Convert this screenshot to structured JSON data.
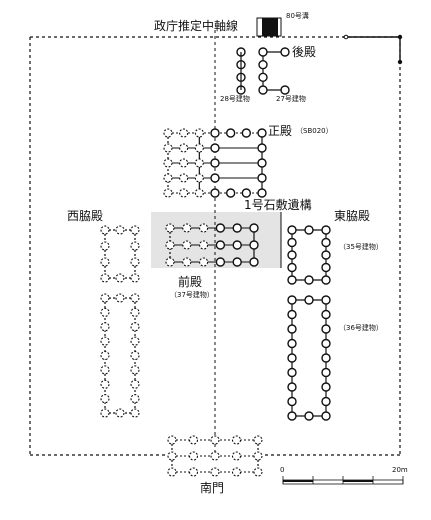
{
  "labels": {
    "axis_title": "政庁推定中軸線",
    "ditch": "80号溝",
    "rear_hall": "後殿",
    "b28": "28号建物",
    "b27": "27号建物",
    "main_hall": "正殿",
    "sb020": "（SB020）",
    "pavement": "1号石敷遺構",
    "west_hall": "西脇殿",
    "east_hall": "東脇殿",
    "b35": "（35号建物）",
    "front_hall": "前殿",
    "b37": "（37号建物）",
    "b36": "（36号建物）",
    "south_gate": "南門",
    "scale_zero": "0",
    "scale_end": "20m"
  },
  "legend": {
    "confirmed_pillar": "solid-circle",
    "estimated_pillar": "dashed-circle"
  },
  "colors": {
    "ink": "#111111",
    "pavement_fill": "#e4e4e4",
    "ditch_fill": "#111111"
  }
}
